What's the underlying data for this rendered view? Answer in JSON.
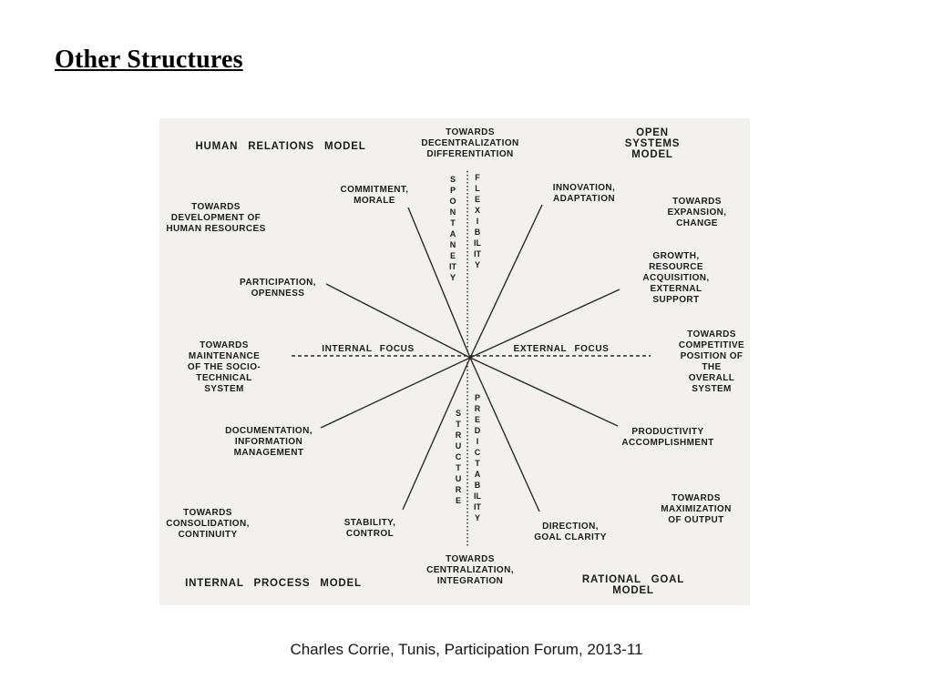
{
  "slide": {
    "title": "Other Structures",
    "footer": "Charles Corrie, Tunis, Participation Forum, 2013-11"
  },
  "diagram": {
    "models": {
      "human_relations": "HUMAN RELATIONS MODEL",
      "open_systems": "OPEN SYSTEMS MODEL",
      "internal_process": "INTERNAL PROCESS MODEL",
      "rational_goal": "RATIONAL GOAL MODEL"
    },
    "vertical_axis": {
      "top": "TOWARDS\nDECENTRALIZATION\nDIFFERENTIATION",
      "bottom": "TOWARDS\nCENTRALIZATION,\nINTEGRATION",
      "upper_left_word": "SPONTANEITY",
      "upper_right_word": "FLEXIBILITY",
      "lower_left_word": "STRUCTURE",
      "lower_right_word": "PREDICTABILITY"
    },
    "horizontal_axis": {
      "left": "INTERNAL FOCUS",
      "right": "EXTERNAL FOCUS",
      "left_end": "TOWARDS\nMAINTENANCE\nOF THE SOCIO-\nTECHNICAL\nSYSTEM",
      "right_end": "TOWARDS\nCOMPETITIVE\nPOSITION OF\nTHE OVERALL\nSYSTEM"
    },
    "quadrant_labels": {
      "commitment": "COMMITMENT,\nMORALE",
      "participation": "PARTICIPATION,\nOPENNESS",
      "innovation": "INNOVATION,\nADAPTATION",
      "growth": "GROWTH, RESOURCE\nACQUISITION,\nEXTERNAL SUPPORT",
      "documentation": "DOCUMENTATION,\nINFORMATION\nMANAGEMENT",
      "stability": "STABILITY,\nCONTROL",
      "productivity": "PRODUCTIVITY\nACCOMPLISHMENT",
      "direction": "DIRECTION,\nGOAL CLARITY"
    },
    "outcome_labels": {
      "development": "TOWARDS\nDEVELOPMENT OF\nHUMAN RESOURCES",
      "expansion": "TOWARDS\nEXPANSION,\nCHANGE",
      "consolidation": "TOWARDS\nCONSOLIDATION,\nCONTINUITY",
      "maximization": "TOWARDS\nMAXIMIZATION\nOF OUTPUT"
    }
  }
}
